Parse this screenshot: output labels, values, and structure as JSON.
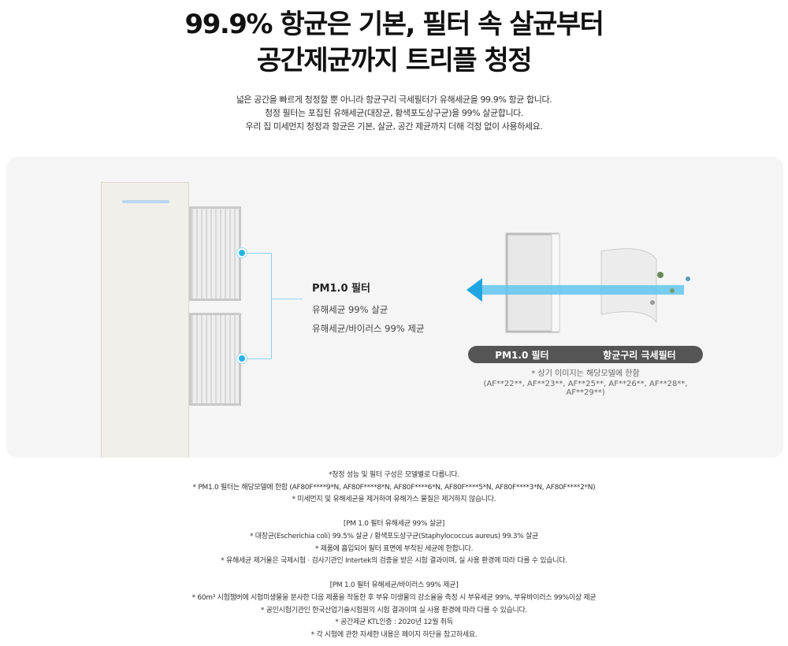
{
  "title": [
    "99.9% 항균은 기본, 필터 속 살균부터",
    "공간제균까지 트리플 청정"
  ],
  "description": [
    "넓은 공간을 빠르게 청정할 뿐 아니라 항균구리 극세필터가 유해세균을 99.9% 항균 합니다.",
    "청정 필터는 포집된 유해세균(대장균, 황색포도상구균)을 99% 살균합니다.",
    "우리 집 미세먼지 청정과 항균은 기본, 살균, 공간 제균까지 더해 걱정 없이 사용하세요."
  ],
  "feature": {
    "title": "PM1.0 필터",
    "items": [
      "유해세균 99% 살균",
      "유해세균/바이러스 99% 제균"
    ]
  },
  "diagram": {
    "labels": [
      "PM1.0 필터",
      "항균구리 극세필터"
    ],
    "note": [
      "* 상기 이미지는 해당모델에 한함",
      "(AF**22**, AF**23**, AF**25**, AF**26**, AF**28**, AF**29**)"
    ],
    "accent": "#24b3e8"
  },
  "footnotes": {
    "general": [
      "*청정 성능 및 필터 구성은 모델별로 다릅니다.",
      "* PM1.0 필터는 해당모델에 한함 (AF80F****9*N, AF80F****8*N, AF80F****6*N, AF80F****5*N, AF80F****3*N, AF80F****2*N)",
      "* 미세먼지 및 유해세균을 제거하여 유해가스 물질은 제거하지 않습니다."
    ],
    "sterilize": [
      "[PM 1.0 필터 유해세균 99% 살균]",
      "* 대장균(Escherichia coli) 99.5% 살균 / 황색포도상구균(Staphylococcus aureus) 99.3% 살균",
      "* 제품에 흡입되어 필터 표면에 부착된 세균에 한합니다.",
      "* 유해세균 제거율은 국제시험 · 검사기관인 Intertek의 검증을 받은 시험 결과이며, 실 사용 환경에 따라 다를 수 있습니다."
    ],
    "disinfect": [
      "[PM 1.0 필터 유해세균/바이러스 99% 제균]",
      "* 60m³ 시험챔버에 시험미생물을 분사한 다음 제품을 작동한 후 부유 미생물의 감소율을 측정 시 부유세균 99%, 부유바이러스 99%이상 제균",
      "* 공인시험기관인 한국산업기술시험원의 시험 결과이며 실 사용 환경에 따라 다를 수 있습니다.",
      "* 공간제균 KTL인증 : 2020년 12월 취득",
      "* 각 시험에 관한 자세한 내용은 페이지 하단을 참고하세요."
    ]
  }
}
